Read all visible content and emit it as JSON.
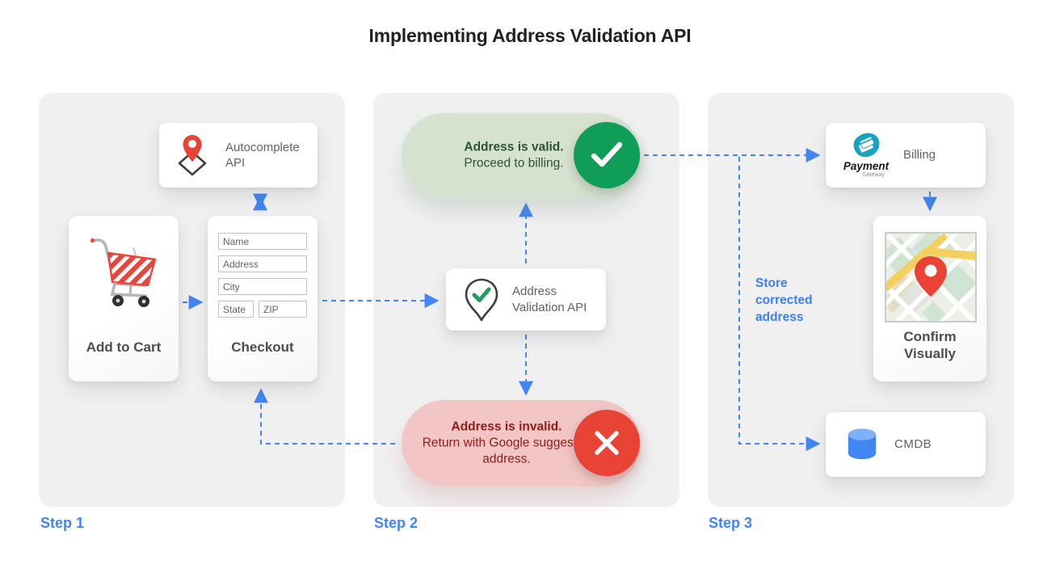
{
  "title": "Implementing Address Validation API",
  "colors": {
    "accent_blue": "#4285f4",
    "google_green": "#0f9d58",
    "google_red": "#ea4335",
    "valid_pill_bg": "#d6e2d0",
    "valid_text": "#2a5434",
    "invalid_pill_bg": "#f2c6c4",
    "invalid_text": "#8c1d18",
    "panel_bg": "#f0f0f1"
  },
  "steps": {
    "step1": "Step 1",
    "step2": "Step 2",
    "step3": "Step 3"
  },
  "panel1": {
    "autocomplete": {
      "label": "Autocomplete API",
      "icon": "map-pin-diamond-icon"
    },
    "add_to_cart": {
      "label": "Add to Cart",
      "icon": "shopping-cart-icon"
    },
    "checkout": {
      "label": "Checkout",
      "fields": [
        "Name",
        "Address",
        "City",
        "State",
        "ZIP"
      ]
    }
  },
  "panel2": {
    "valid_pill": {
      "title": "Address is valid.",
      "subtitle": "Proceed to billing.",
      "icon": "check-icon"
    },
    "validation_api": {
      "label": "Address Validation API",
      "icon": "pin-check-icon"
    },
    "invalid_pill": {
      "title": "Address is invalid.",
      "subtitle": "Return with Google suggested address.",
      "icon": "close-icon"
    }
  },
  "panel3": {
    "billing": {
      "label": "Billing",
      "logo_title": "Payment",
      "logo_subtitle": "Gateway",
      "icon": "payment-gateway-logo"
    },
    "confirm": {
      "label": "Confirm Visually",
      "icon": "map-thumbnail"
    },
    "cmdb": {
      "label": "CMDB",
      "icon": "database-icon"
    },
    "store_note": "Store corrected address"
  }
}
